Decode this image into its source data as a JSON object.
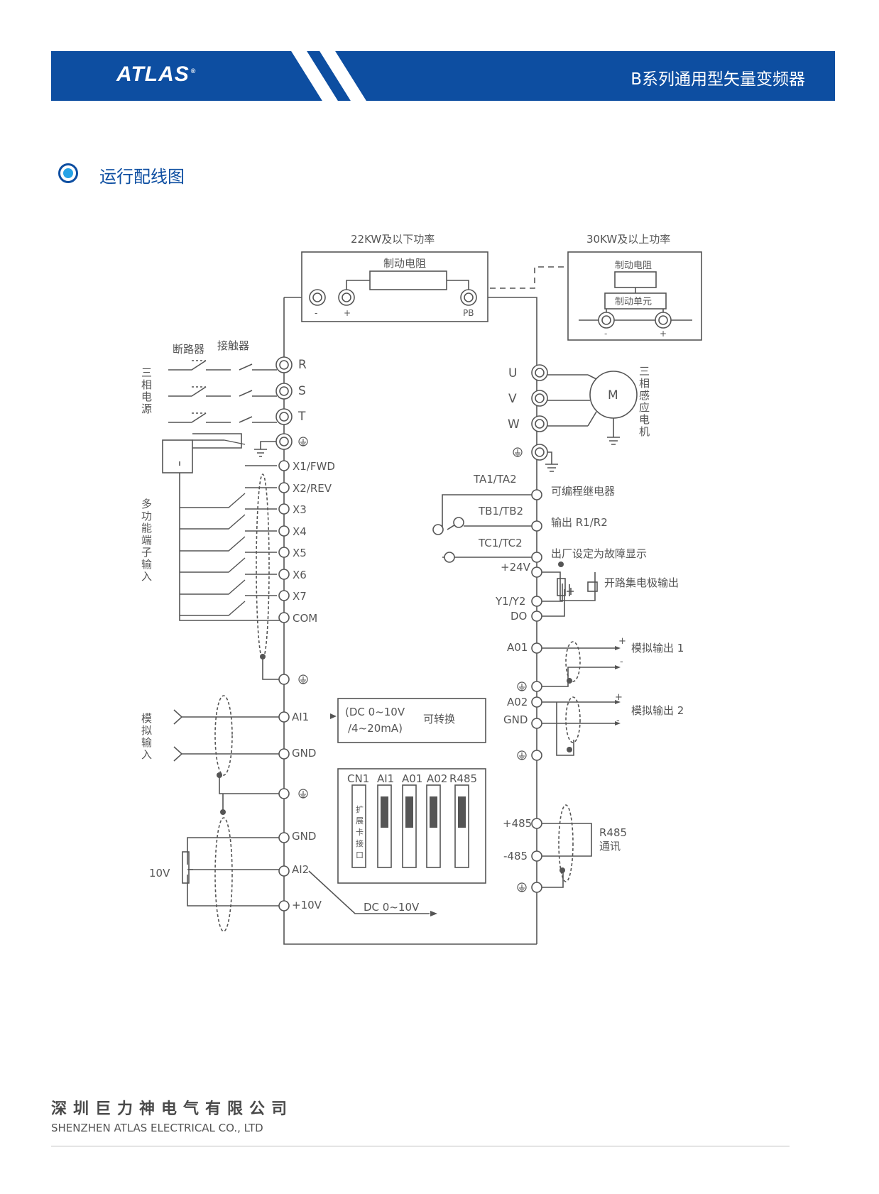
{
  "header": {
    "logo": "ATLAS",
    "logo_mark": "®",
    "title": "B系列通用型矢量变频器",
    "background": "#0d4ea1"
  },
  "section": {
    "icon": "circle-bullet-icon",
    "title": "运行配线图",
    "accent": "#27a3e6"
  },
  "diagram": {
    "brake_22kw": {
      "title": "22KW及以下功率",
      "resistor": "制动电阻",
      "minus": "-",
      "plus": "+",
      "pb": "PB"
    },
    "brake_30kw": {
      "title": "30KW及以上功率",
      "resistor": "制动电阻",
      "unit": "制动单元",
      "minus": "-",
      "plus": "+"
    },
    "power": {
      "breaker": "断路器",
      "contactor": "接触器",
      "source": [
        "三",
        "相",
        "电",
        "源"
      ],
      "terminals": [
        "R",
        "S",
        "T"
      ]
    },
    "motor": {
      "terminals": [
        "U",
        "V",
        "W"
      ],
      "symbol": "M",
      "label": [
        "三",
        "相",
        "感",
        "应",
        "电",
        "机"
      ]
    },
    "inputs": {
      "label": [
        "多",
        "功",
        "能",
        "端",
        "子",
        "输",
        "入"
      ],
      "terminals": [
        "X1/FWD",
        "X2/REV",
        "X3",
        "X4",
        "X5",
        "X6",
        "X7",
        "COM"
      ]
    },
    "relay": {
      "ta": "TA1/TA2",
      "tb": "TB1/TB2",
      "tc": "TC1/TC2",
      "line1": "可编程继电器",
      "line2": "输出 R1/R2",
      "line3": "出厂设定为故障显示"
    },
    "oc": {
      "p24": "+24V",
      "y": "Y1/Y2",
      "do": "DO",
      "label": "开路集电极输出"
    },
    "aout": {
      "a01": "A01",
      "a02": "A02",
      "gnd": "GND",
      "label1": "模拟输出 1",
      "label2": "模拟输出 2",
      "plus": "+",
      "minus": "-"
    },
    "ain": {
      "label": [
        "模",
        "拟",
        "输",
        "入"
      ],
      "ai1": "AI1",
      "gnd": "GND",
      "box_line1": "(DC 0~10V",
      "box_line2": "/4~20mA)",
      "box_switch": "可转换",
      "gnd2": "GND",
      "ai2": "AI2",
      "p10": "+10V",
      "v10": "10V",
      "dc": "DC 0~10V"
    },
    "switches": {
      "labels": [
        "CN1",
        "AI1",
        "A01",
        "A02",
        "R485"
      ],
      "ext": [
        "扩",
        "展",
        "卡",
        "接",
        "口"
      ]
    },
    "comm": {
      "p485": "+485",
      "m485": "-485",
      "r485": "R485",
      "tongxun": "通讯"
    }
  },
  "footer": {
    "company_cn": "深圳巨力神电气有限公司",
    "company_en": "SHENZHEN ATLAS ELECTRICAL CO., LTD"
  }
}
